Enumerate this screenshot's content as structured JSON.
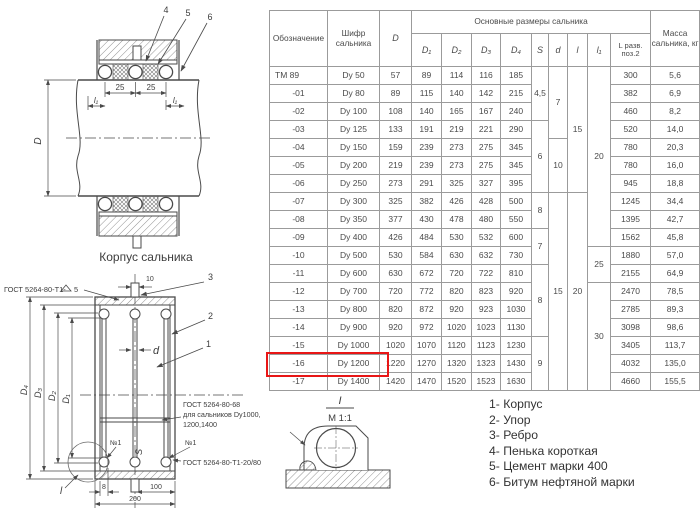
{
  "table": {
    "header": {
      "designation": "Обозначение",
      "code": "Шифр сальника",
      "D": "D",
      "main": "Основные размеры сальника",
      "sub": [
        "D₁",
        "D₂",
        "D₃",
        "D₄",
        "S",
        "d",
        "l",
        "l₁"
      ],
      "L": "L разв. поз.2",
      "mass": "Масса сальника, кг"
    },
    "rows": [
      [
        "ТМ 89",
        "Dy 50",
        "57",
        "89",
        "114",
        "116",
        "185",
        "300",
        "5,6"
      ],
      [
        "-01",
        "Dy 80",
        "89",
        "115",
        "140",
        "142",
        "215",
        "382",
        "6,9"
      ],
      [
        "-02",
        "Dy 100",
        "108",
        "140",
        "165",
        "167",
        "240",
        "460",
        "8,2"
      ],
      [
        "-03",
        "Dy 125",
        "133",
        "191",
        "219",
        "221",
        "290",
        "520",
        "14,0"
      ],
      [
        "-04",
        "Dy 150",
        "159",
        "239",
        "273",
        "275",
        "345",
        "780",
        "20,3"
      ],
      [
        "-05",
        "Dy 200",
        "219",
        "239",
        "273",
        "275",
        "345",
        "780",
        "16,0"
      ],
      [
        "-06",
        "Dy 250",
        "273",
        "291",
        "325",
        "327",
        "395",
        "945",
        "18,8"
      ],
      [
        "-07",
        "Dy 300",
        "325",
        "382",
        "426",
        "428",
        "500",
        "1245",
        "34,4"
      ],
      [
        "-08",
        "Dy 350",
        "377",
        "430",
        "478",
        "480",
        "550",
        "1395",
        "42,7"
      ],
      [
        "-09",
        "Dy 400",
        "426",
        "484",
        "530",
        "532",
        "600",
        "1562",
        "45,8"
      ],
      [
        "-10",
        "Dy 500",
        "530",
        "584",
        "630",
        "632",
        "730",
        "1880",
        "57,0"
      ],
      [
        "-11",
        "Dy 600",
        "630",
        "672",
        "720",
        "722",
        "810",
        "2155",
        "64,9"
      ],
      [
        "-12",
        "Dy 700",
        "720",
        "772",
        "820",
        "823",
        "920",
        "2470",
        "78,5"
      ],
      [
        "-13",
        "Dy 800",
        "820",
        "872",
        "920",
        "923",
        "1030",
        "2785",
        "89,3"
      ],
      [
        "-14",
        "Dy 900",
        "920",
        "972",
        "1020",
        "1023",
        "1130",
        "3098",
        "98,6"
      ],
      [
        "-15",
        "Dy 1000",
        "1020",
        "1070",
        "1120",
        "1123",
        "1230",
        "3405",
        "113,7"
      ],
      [
        "-16",
        "Dy 1200",
        "1220",
        "1270",
        "1320",
        "1323",
        "1430",
        "4032",
        "135,0"
      ],
      [
        "-17",
        "Dy 1400",
        "1420",
        "1470",
        "1520",
        "1523",
        "1630",
        "4660",
        "155,5"
      ]
    ],
    "merged_columns": {
      "S": [
        {
          "value": "4,5",
          "row": 0,
          "span": 3
        },
        {
          "value": "6",
          "row": 3,
          "span": 4
        },
        {
          "value": "8",
          "row": 7,
          "span": 2
        },
        {
          "value": "7",
          "row": 9,
          "span": 2
        },
        {
          "value": "8",
          "row": 11,
          "span": 4
        },
        {
          "value": "9",
          "row": 15,
          "span": 3
        }
      ],
      "d": [
        {
          "value": "7",
          "row": 0,
          "span": 4
        },
        {
          "value": "10",
          "row": 4,
          "span": 3
        },
        {
          "value": "15",
          "row": 7,
          "span": 11
        }
      ],
      "l": [
        {
          "value": "15",
          "row": 0,
          "span": 7
        },
        {
          "value": "20",
          "row": 7,
          "span": 11
        }
      ],
      "l1": [
        {
          "value": "20",
          "row": 0,
          "span": 10
        },
        {
          "value": "25",
          "row": 10,
          "span": 2
        },
        {
          "value": "30",
          "row": 12,
          "span": 6
        }
      ]
    },
    "highlight": {
      "row_label": "-16",
      "color": "#e81616"
    }
  },
  "drawings": {
    "top": {
      "caption": "Корпус сальника",
      "callout_4": "4",
      "callout_5": "5",
      "callout_6": "6",
      "dim_25a": "25",
      "dim_25b": "25",
      "dim_l1a": "l₁",
      "dim_l1b": "l₁",
      "dim_D": "D"
    },
    "bottom": {
      "gost_top": "ГОСТ 5264-80-Т1-",
      "gost_top_num": "5",
      "dim_10": "10",
      "callout_3": "3",
      "callout_2": "2",
      "callout_1": "1",
      "dim_D4": "D₄",
      "dim_D3": "D₃",
      "dim_D2": "D₂",
      "dim_D1": "D₁",
      "dim_d": "d",
      "dim_S": "S",
      "num1_left": "№1",
      "num1_right": "№1",
      "gost_mid_1": "ГОСТ 5264-80-68",
      "gost_mid_2": "для сальников Dy1000,",
      "gost_mid_3": "1200,1400",
      "gost_bottom": "ГОСТ 5264-80-Т1-20/80",
      "dim_l": "l",
      "dim_8": "8",
      "dim_100": "100",
      "dim_200": "200"
    },
    "detail": {
      "label": "I",
      "scale": "М 1:1"
    }
  },
  "legend": {
    "items": [
      "1- Корпус",
      "2- Упор",
      "3- Ребро",
      "4- Пенька короткая",
      "5- Цемент марки 400",
      "6- Битум нефтяной марки"
    ]
  }
}
